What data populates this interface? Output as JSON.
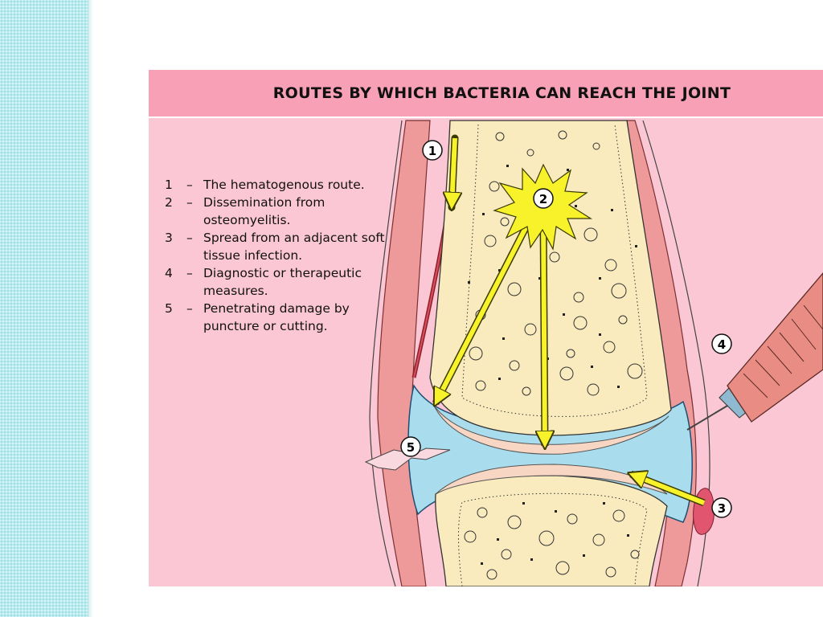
{
  "title": "ROUTES BY WHICH BACTERIA CAN REACH THE JOINT",
  "legend": [
    {
      "num": "1",
      "dash": "–",
      "text": "The hematogenous route."
    },
    {
      "num": "2",
      "dash": "–",
      "text": "Dissemination from osteomyelitis."
    },
    {
      "num": "3",
      "dash": "–",
      "text": "Spread from an adjacent soft tissue infection."
    },
    {
      "num": "4",
      "dash": "–",
      "text": "Diagnostic or therapeutic measures."
    },
    {
      "num": "5",
      "dash": "–",
      "text": "Penetrating damage by puncture or cutting."
    }
  ],
  "markers": {
    "m1": "1",
    "m2": "2",
    "m3": "3",
    "m4": "4",
    "m5": "5"
  },
  "colors": {
    "slide_bg": "#fbc7d4",
    "title_bar": "#f7a0b6",
    "bone": "#f9ebbe",
    "synovial": "#a9dcec",
    "capsule": "#ef9a9a",
    "arrow": "#f7f22a",
    "syringe": "#e98d84"
  }
}
